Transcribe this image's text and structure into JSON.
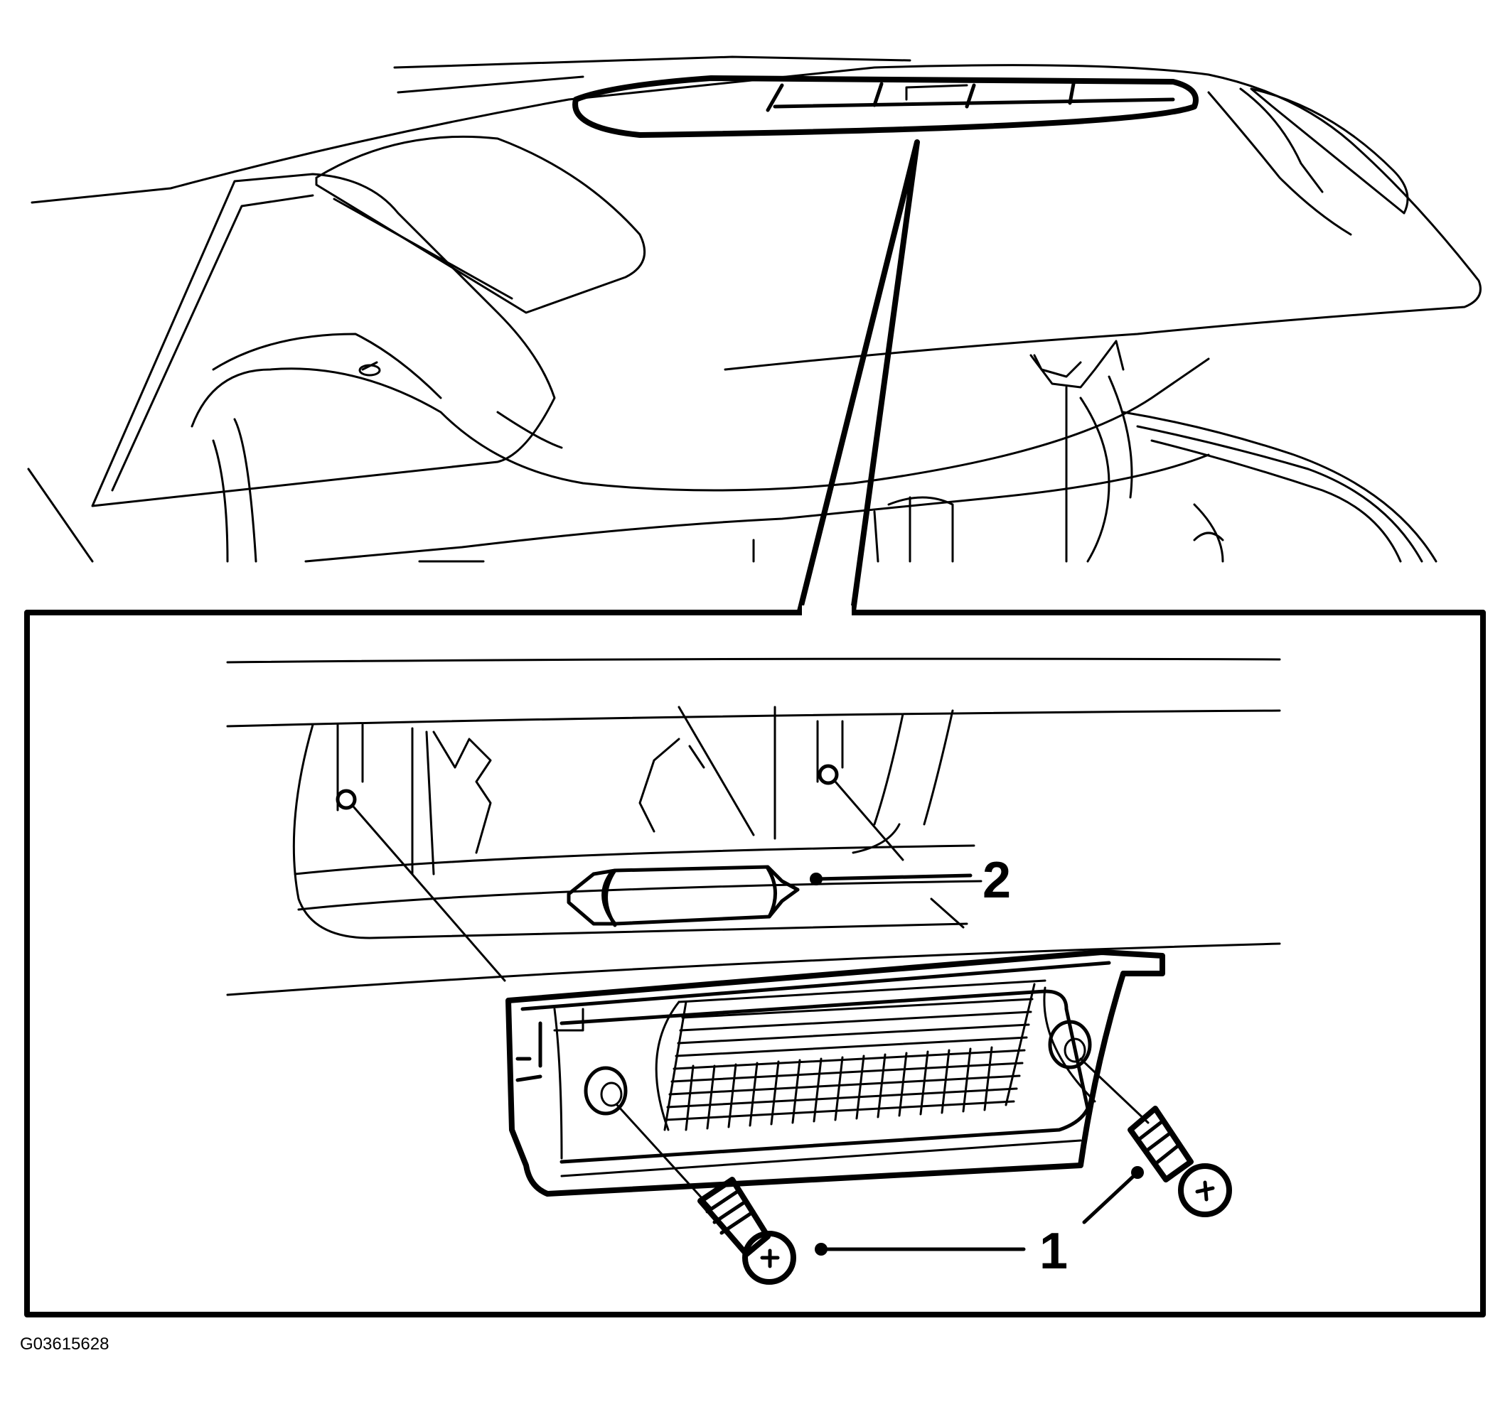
{
  "figure": {
    "id_label": "G03615628",
    "callouts": [
      {
        "number": "1",
        "part": "screw"
      },
      {
        "number": "2",
        "part": "bulb"
      }
    ]
  },
  "colors": {
    "ink": "#000000",
    "background": "#ffffff"
  },
  "icons": [
    "screw-icon",
    "bulb-icon",
    "license-lamp-icon"
  ]
}
